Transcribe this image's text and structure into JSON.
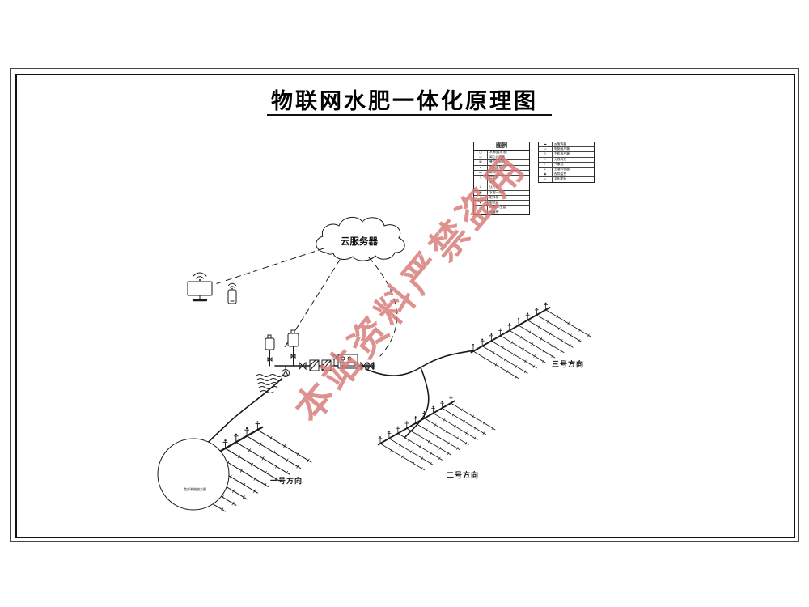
{
  "title": "物联网水肥一体化原理图",
  "watermark": "本站资料严禁盗用",
  "cloud": {
    "label": "云服务器"
  },
  "legend": {
    "title": "图例",
    "rows": [
      {
        "sym": "◯",
        "label": "水源(蓄水池)"
      },
      {
        "sym": "▭",
        "label": "离心过滤器"
      },
      {
        "sym": "▤",
        "label": "叠片过滤器"
      },
      {
        "sym": "●",
        "label": "加压水泵"
      },
      {
        "sym": "⋈",
        "label": "球阀"
      },
      {
        "sym": "△",
        "label": "逆止阀"
      },
      {
        "sym": "◔",
        "label": "水表"
      },
      {
        "sym": "⊙",
        "label": "压力表"
      },
      {
        "sym": "▣",
        "label": "水肥一体机"
      },
      {
        "sym": "▯",
        "label": "肥料桶"
      },
      {
        "sym": "▮",
        "label": "电磁阀"
      },
      {
        "sym": "—",
        "label": "PE输水主管"
      },
      {
        "sym": "┄",
        "label": "滴灌带"
      }
    ]
  },
  "legend2": {
    "rows": [
      {
        "sym": "☁",
        "label": "云服务器"
      },
      {
        "sym": "▭",
        "label": "电脑客户端"
      },
      {
        "sym": "▯",
        "label": "手机客户端"
      },
      {
        "sym": "⌾",
        "label": "无线网关"
      },
      {
        "sym": "⊤",
        "label": "气象站"
      },
      {
        "sym": "⊥",
        "label": "土壤传感器"
      },
      {
        "sym": "◉",
        "label": "视频监控"
      },
      {
        "sym": "▱",
        "label": "太阳能板"
      }
    ]
  },
  "fields": [
    {
      "label": "一号方向"
    },
    {
      "label": "二号方向"
    },
    {
      "label": "三号方向"
    }
  ],
  "detail": {
    "label": "首部系统放大图"
  }
}
